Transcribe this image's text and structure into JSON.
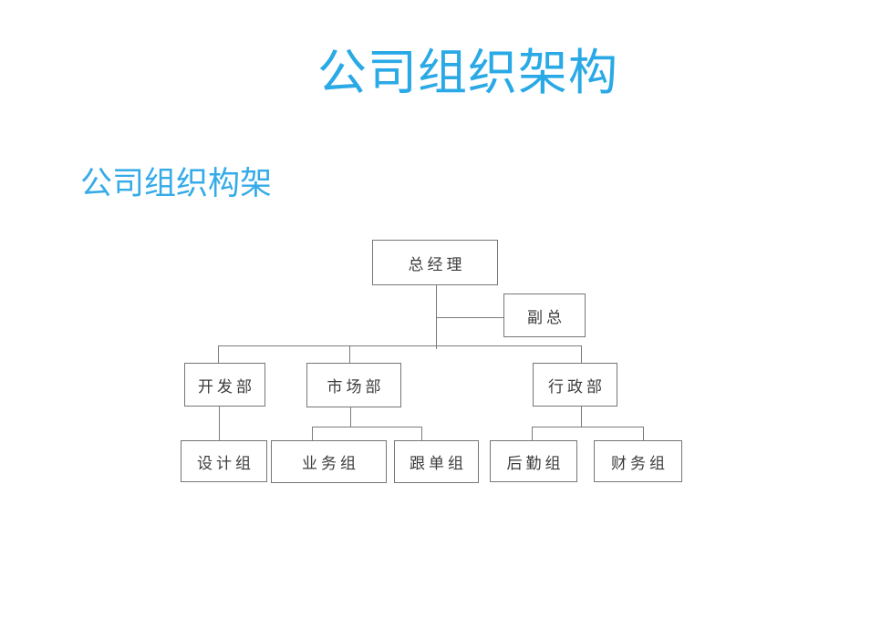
{
  "page": {
    "title": "公司组织架构",
    "section_heading": "公司组织构架"
  },
  "colors": {
    "heading_blue": "#29A9E5",
    "subheading_blue": "#35ABE8",
    "box_border_gray": "#767676",
    "connector_gray": "#7b7b7b",
    "box_text_gray": "#3c3c3c"
  },
  "org_chart": {
    "nodes": {
      "ceo": {
        "label": "总经理"
      },
      "deputy": {
        "label": "副总"
      },
      "dev_dept": {
        "label": "开发部"
      },
      "market_dept": {
        "label": "市场部"
      },
      "admin_dept": {
        "label": "行政部"
      },
      "design_group": {
        "label": "设计组"
      },
      "business_group": {
        "label": "业务组"
      },
      "order_group": {
        "label": "跟单组"
      },
      "logistics_group": {
        "label": "后勤组"
      },
      "finance_group": {
        "label": "财务组"
      }
    },
    "edges": [
      {
        "from": "总经理",
        "to": "副总"
      },
      {
        "from": "总经理",
        "to": "开发部"
      },
      {
        "from": "总经理",
        "to": "市场部"
      },
      {
        "from": "总经理",
        "to": "行政部"
      },
      {
        "from": "开发部",
        "to": "设计组"
      },
      {
        "from": "市场部",
        "to": "业务组"
      },
      {
        "from": "市场部",
        "to": "跟单组"
      },
      {
        "from": "行政部",
        "to": "后勤组"
      },
      {
        "from": "行政部",
        "to": "财务组"
      }
    ]
  }
}
